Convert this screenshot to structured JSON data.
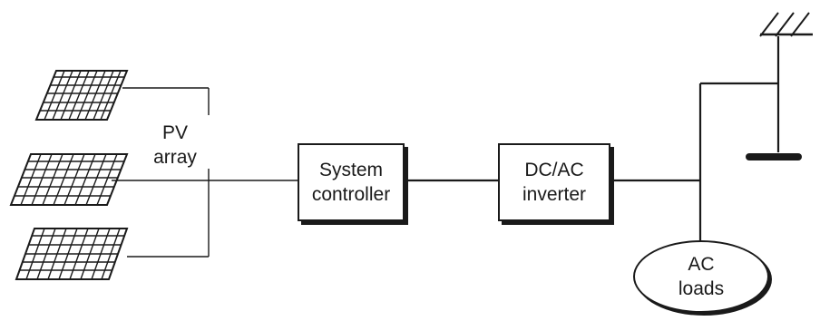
{
  "pv_array": {
    "label_line1": "PV",
    "label_line2": "array",
    "panel_count": 3
  },
  "system_controller": {
    "line1": "System",
    "line2": "controller"
  },
  "dcac_inverter": {
    "line1": "DC/AC",
    "line2": "inverter"
  },
  "ac_loads": {
    "line1": "AC",
    "line2": "loads"
  },
  "colors": {
    "ink": "#1a1a1a",
    "background": "#ffffff"
  }
}
